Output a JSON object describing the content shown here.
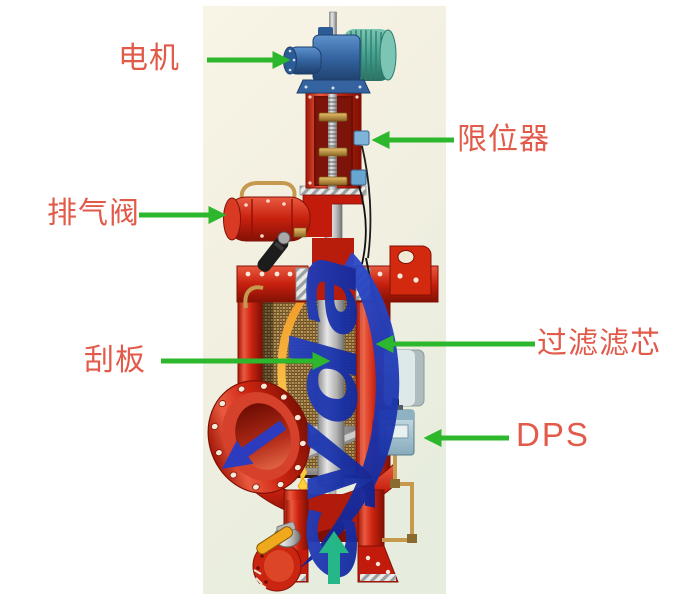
{
  "labels": {
    "motor": "电机",
    "exhaust_valve": "排气阀",
    "limit_switch": "限位器",
    "scraper": "刮板",
    "filter_element": "过滤滤芯",
    "dps": "DPS"
  },
  "watermark": {
    "text": "cyda"
  },
  "colors": {
    "label_text": "#e15a4a",
    "callout_arrow_green": "#2cb72c",
    "inlet_arrow_teal": "#25b787",
    "outlet_arrow_blue": "#2d3bbf",
    "machine_red": "#c6200e",
    "motor_blue": "#3a6fae",
    "motor_teal": "#4aa395",
    "watermark_blue": "#1c35ac",
    "photo_background": "#f2f0e1"
  }
}
